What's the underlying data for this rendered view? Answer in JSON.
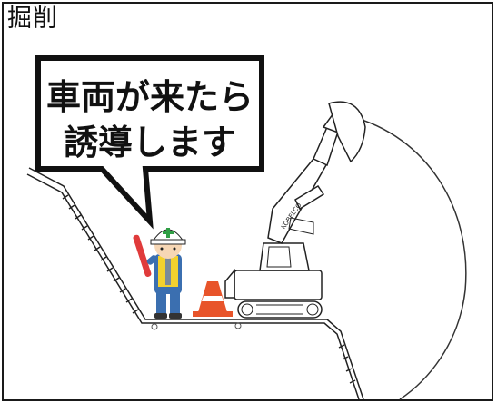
{
  "title": "掘削",
  "bubble": {
    "line1": "車両が来たら",
    "line2": "誘導します"
  },
  "colors": {
    "frame": "#1a1a1a",
    "cone_orange": "#e8542a",
    "vest_yellow": "#f3d12e",
    "uniform_blue": "#3b6fb0",
    "helmet_green_cross": "#2f9e44",
    "baton_red": "#e03b3b"
  },
  "icons": [
    "worker-illustration",
    "traffic-cone-icon",
    "excavator-illustration"
  ]
}
